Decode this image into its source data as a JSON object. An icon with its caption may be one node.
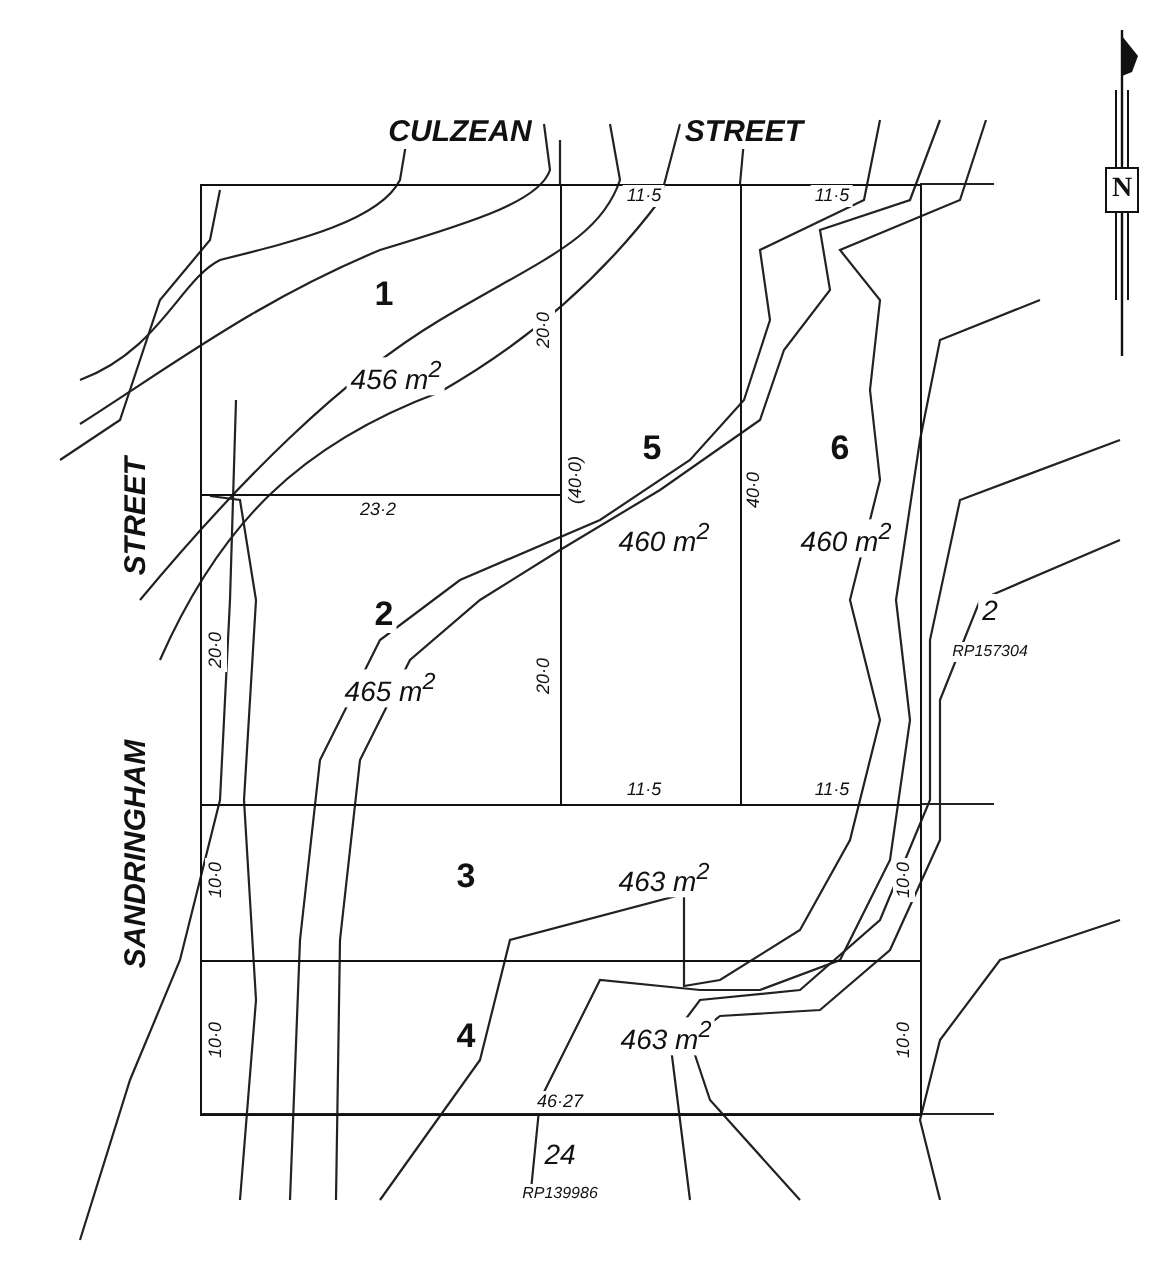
{
  "diagram": {
    "nodes": [
      {
        "text": [
          "1",
          "456 m$^{2}$"
        ]
      },
      {
        "text": [
          "5",
          "460 m$^{2}$"
        ]
      },
      {
        "text": [
          "6",
          "460 m$^{2}$"
        ]
      },
      {
        "text": [
          "2",
          "465 m$^{2}$"
        ]
      },
      {
        "text": [
          "3",
          "463 m$^{2}$"
        ]
      },
      {
        "text": [
          "4",
          "463 m$^{2}$"
        ]
      }
    ],
    "labels": [
      "CULZEAN",
      "STREET",
      "N",
      "11·5",
      "11·5",
      "20·0",
      "STREET",
      "23·2",
      "(40·0)",
      "40·0",
      "2",
      "RP157304",
      "20·0",
      "20·0",
      "SANDRINGHAM",
      "11·5",
      "11·5",
      "10·0",
      "10·0",
      "10·0",
      "10·0",
      "46·27",
      "24",
      "RP139986"
    ]
  }
}
